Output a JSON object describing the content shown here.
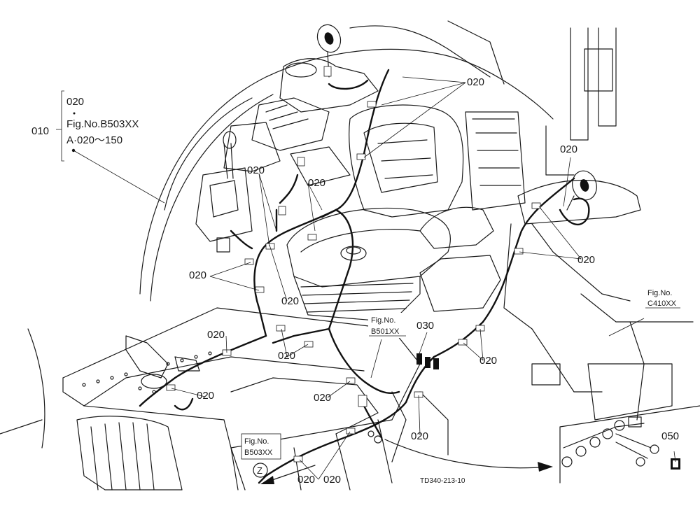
{
  "callouts": [
    {
      "id": "c1",
      "text": "020"
    },
    {
      "id": "c2",
      "text": "020"
    },
    {
      "id": "c3",
      "text": "020"
    },
    {
      "id": "c4",
      "text": "020"
    },
    {
      "id": "c5",
      "text": "020"
    },
    {
      "id": "c6",
      "text": "020"
    },
    {
      "id": "c7",
      "text": "020"
    },
    {
      "id": "c8",
      "text": "020"
    },
    {
      "id": "c9",
      "text": "020"
    },
    {
      "id": "c10",
      "text": "020"
    },
    {
      "id": "c11",
      "text": "020"
    },
    {
      "id": "c12",
      "text": "020"
    },
    {
      "id": "c13",
      "text": "020"
    },
    {
      "id": "c14",
      "text": "020"
    },
    {
      "id": "c15",
      "text": "020"
    },
    {
      "id": "c16",
      "text": "030"
    },
    {
      "id": "c17",
      "text": "050"
    }
  ],
  "bracket_label": {
    "index": "010",
    "line1": "020",
    "line2": "Fig.No.B503XX",
    "line3": "A·020～150"
  },
  "fig_refs": [
    {
      "id": "f1",
      "line1": "Fig.No.",
      "line2": "C410XX"
    },
    {
      "id": "f2",
      "line1": "Fig.No.",
      "line2": "B501XX"
    },
    {
      "id": "f3",
      "line1": "Fig.No.",
      "line2": "B503XX"
    }
  ],
  "view_marker": "Z",
  "drawing_code": "TD340-213-10"
}
